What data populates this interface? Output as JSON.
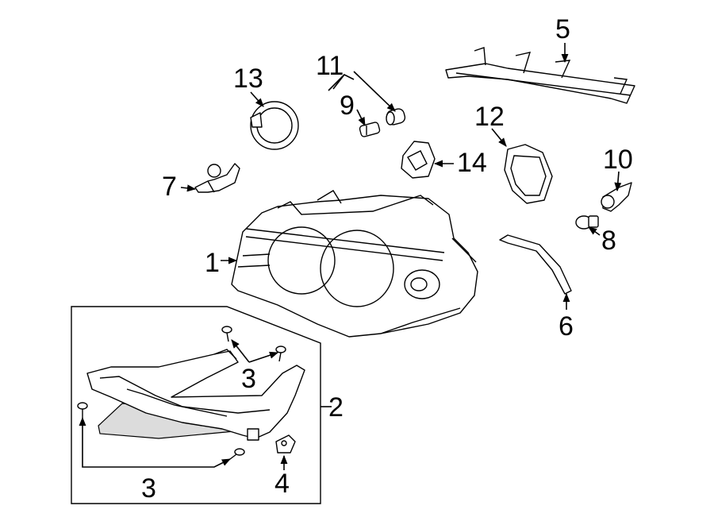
{
  "callouts": {
    "c1": "1",
    "c2": "2",
    "c3a": "3",
    "c3b": "3",
    "c4": "4",
    "c5": "5",
    "c6": "6",
    "c7": "7",
    "c8": "8",
    "c9": "9",
    "c10": "10",
    "c11": "11",
    "c12": "12",
    "c13": "13",
    "c14": "14"
  },
  "colors": {
    "line": "#000000",
    "background": "#ffffff",
    "shade": "#dcdcdc"
  }
}
